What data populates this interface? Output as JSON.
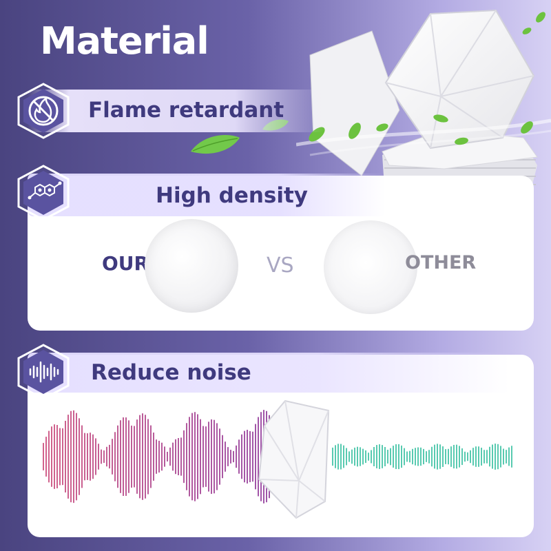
{
  "title": "Material",
  "features": {
    "flame": {
      "label": "Flame retardant",
      "icon": "no-fire-icon"
    },
    "density": {
      "label": "High density",
      "icon": "molecule-icon"
    },
    "noise": {
      "label": "Reduce noise",
      "icon": "sound-wave-icon"
    }
  },
  "comparison": {
    "ours": "OUR",
    "vs": "VS",
    "other": "OTHER"
  },
  "colors": {
    "accent": "#3f3a7e",
    "background_start": "#4a4480",
    "background_end": "#d7d1f4",
    "wave_loud": "#c23f79",
    "wave_quiet": "#2ebc9c"
  }
}
